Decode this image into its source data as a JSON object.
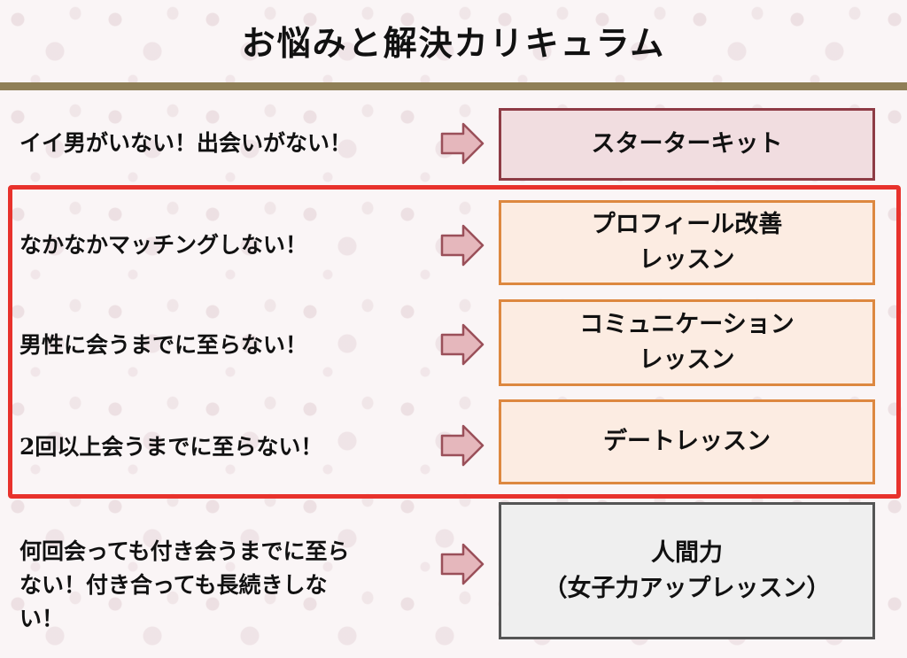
{
  "title": "お悩みと解決カリキュラム",
  "rows": [
    {
      "problem": "イイ男がいない！出会いがない！",
      "solution_line1": "スターターキット",
      "solution_line2": ""
    },
    {
      "problem": "なかなかマッチングしない！",
      "solution_line1": "プロフィール改善",
      "solution_line2": "レッスン"
    },
    {
      "problem": "男性に会うまでに至らない！",
      "solution_line1": "コミュニケーション",
      "solution_line2": "レッスン"
    },
    {
      "problem": "2回以上会うまでに至らない！",
      "solution_line1": "デートレッスン",
      "solution_line2": ""
    },
    {
      "problem_lines": [
        "何回会っても付き会うまでに至ら",
        "ない！付き合っても長続きしな",
        "い！"
      ],
      "solution_line1": "人間力",
      "solution_line2": "（女子力アップレッスン）"
    }
  ],
  "colors": {
    "title_rule": "#8f7f57",
    "highlight_border": "#e8322c",
    "start_box_border": "#8e3b45",
    "start_box_fill": "#f1dde0",
    "orange_box_border": "#dd8840",
    "orange_box_fill": "#fcece2",
    "gray_box_border": "#555555",
    "gray_box_fill": "#efefef",
    "arrow_fill": "#e5b7bc",
    "arrow_stroke": "#9a4f59"
  },
  "icons": {
    "arrow": "right-arrow-icon"
  }
}
